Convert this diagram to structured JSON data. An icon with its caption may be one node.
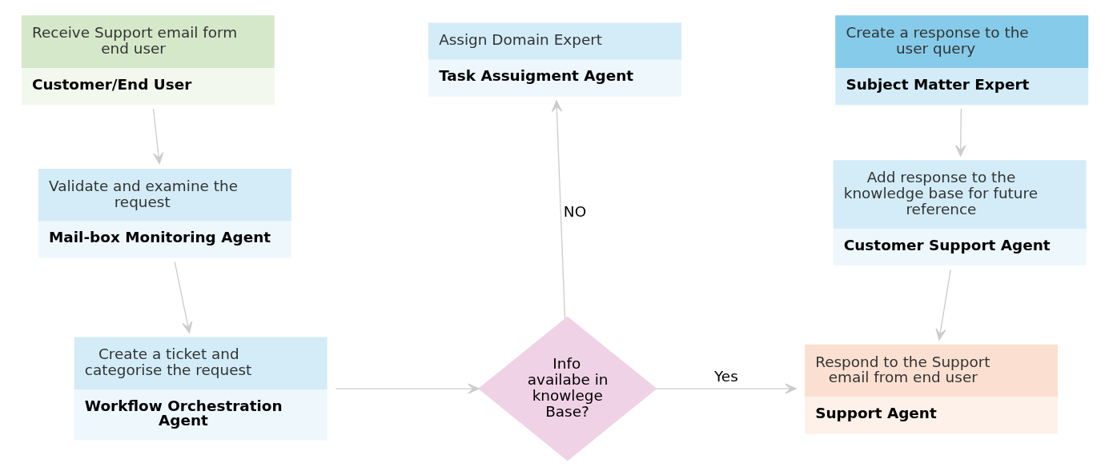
{
  "diagram": {
    "nodes": [
      {
        "text": [
          "Receive Support email form end user",
          "Customer/End User"
        ]
      },
      {
        "text": [
          "Validate and examine the request",
          "Mail-box Monitoring Agent"
        ]
      },
      {
        "text": [
          "Create a ticket and categorise the request",
          "Workflow Orchestration Agent"
        ]
      },
      {
        "text": [
          "Info availabe in knowlege Base?"
        ]
      },
      {
        "text": [
          "Assign Domain Expert",
          "Task Assuigment Agent"
        ]
      },
      {
        "text": [
          "Create a response to the user query",
          "Subject Matter Expert"
        ]
      },
      {
        "text": [
          "Add response to the knowledge base for future reference",
          "Customer Support Agent"
        ]
      },
      {
        "text": [
          "Respond to the Support email from end user",
          "Support Agent"
        ]
      }
    ],
    "edges": [
      {
        "from": 0,
        "to": 1,
        "arrow": "to"
      },
      {
        "from": 1,
        "to": 2,
        "arrow": "to"
      },
      {
        "from": 2,
        "to": 3,
        "arrow": "to"
      },
      {
        "from": 3,
        "to": 4,
        "arrow": "to",
        "label": "NO"
      },
      {
        "from": 3,
        "to": 7,
        "arrow": "to",
        "label": "Yes"
      },
      {
        "from": 5,
        "to": 6,
        "arrow": "to"
      },
      {
        "from": 6,
        "to": 7,
        "arrow": "to"
      }
    ]
  }
}
